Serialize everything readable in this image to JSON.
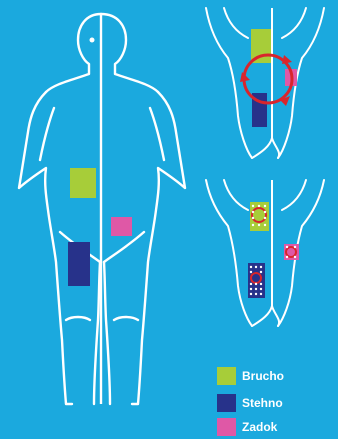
{
  "colors": {
    "background": "#1ba9de",
    "outline": "#ffffff",
    "abdomen": "#a7cd39",
    "thigh": "#27328a",
    "buttock": "#df58a6",
    "rotation_arrow": "#d9252c"
  },
  "legend": {
    "items": [
      {
        "label": "Brucho",
        "color": "#a7cd39"
      },
      {
        "label": "Stehno",
        "color": "#27328a"
      },
      {
        "label": "Zadok",
        "color": "#df58a6"
      }
    ]
  }
}
